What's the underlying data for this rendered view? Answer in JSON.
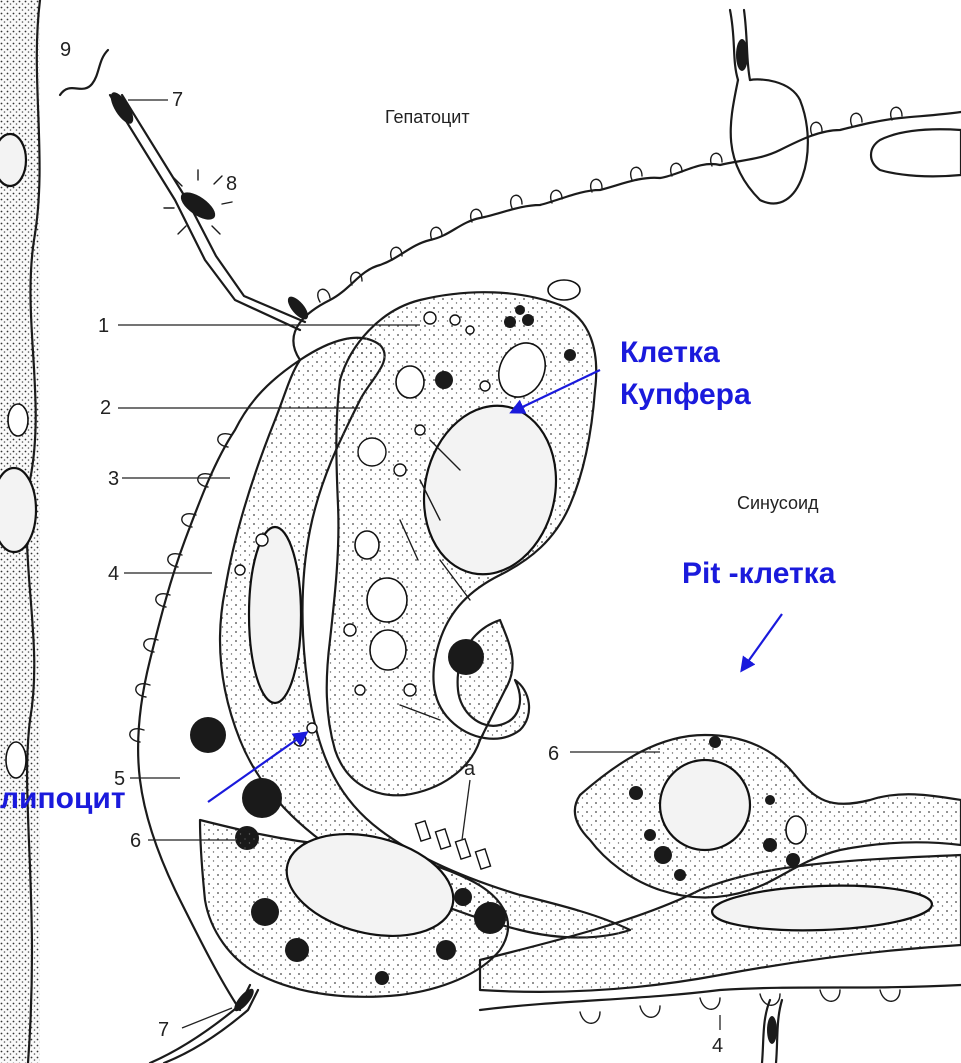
{
  "diagram": {
    "regions": {
      "hepatocyte": "Гепатоцит",
      "sinusoid": "Синусоид"
    },
    "cell_labels": {
      "kupffer_line1": "Клетка",
      "kupffer_line2": "Купфера",
      "pit_cell": "Pit -клетка",
      "lipocyte": "липоцит"
    },
    "numbers": {
      "n9": "9",
      "n7_top": "7",
      "n8": "8",
      "n1": "1",
      "n2": "2",
      "n3": "3",
      "n4_left": "4",
      "n5": "5",
      "n6_left": "6",
      "n6_right": "6",
      "n7_bottom": "7",
      "n4_bottom": "4",
      "a": "а"
    },
    "colors": {
      "annotation": "#1a1adc",
      "ink": "#1b1b1b",
      "background": "#ffffff"
    }
  }
}
